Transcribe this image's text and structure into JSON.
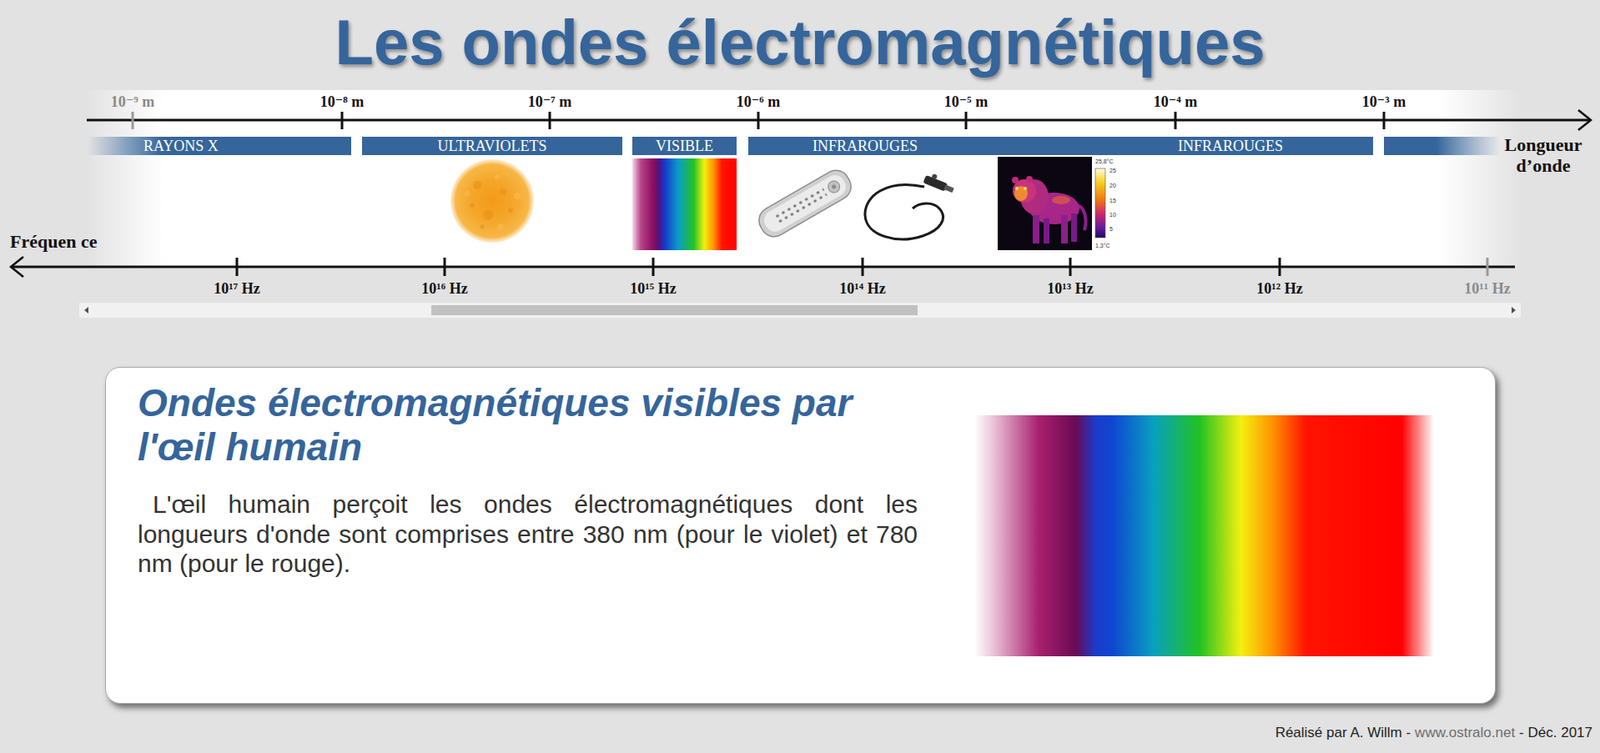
{
  "diagram": {
    "title": "Les ondes électromagnétiques",
    "nodes": [
      {
        "text": [
          "RAYONS X"
        ]
      },
      {
        "text": [
          "ULTRAVIOLETS"
        ]
      },
      {
        "text": [
          "VISIBLE"
        ]
      },
      {
        "text": [
          "INFRAROUGES",
          "INFRAROUGES"
        ]
      },
      {
        "text": [
          "Ondes électromagnétiques visibles par l'œil humain",
          "L'œil humain perçoit les ondes électromagnétiques dont les longueurs d'onde sont comprises entre 380 nm (pour le violet) et 780 nm (pour le rouge)."
        ]
      }
    ],
    "labels": [
      "10⁻⁹ m",
      "10⁻⁸ m",
      "10⁻⁷ m",
      "10⁻⁶ m",
      "10⁻⁵ m",
      "10⁻⁴ m",
      "10⁻³ m",
      "Longueur d’onde",
      "Fréquen ce",
      "10¹⁷ Hz",
      "10¹⁶ Hz",
      "10¹⁵ Hz",
      "10¹⁴ Hz",
      "10¹³ Hz",
      "10¹² Hz",
      "10¹¹ Hz",
      "25,8°C",
      "25",
      "20",
      "15",
      "10",
      "5",
      "1,3°C",
      "Réalisé par A. Willm -",
      "www.ostralo.net",
      "- Déc. 2017"
    ]
  }
}
